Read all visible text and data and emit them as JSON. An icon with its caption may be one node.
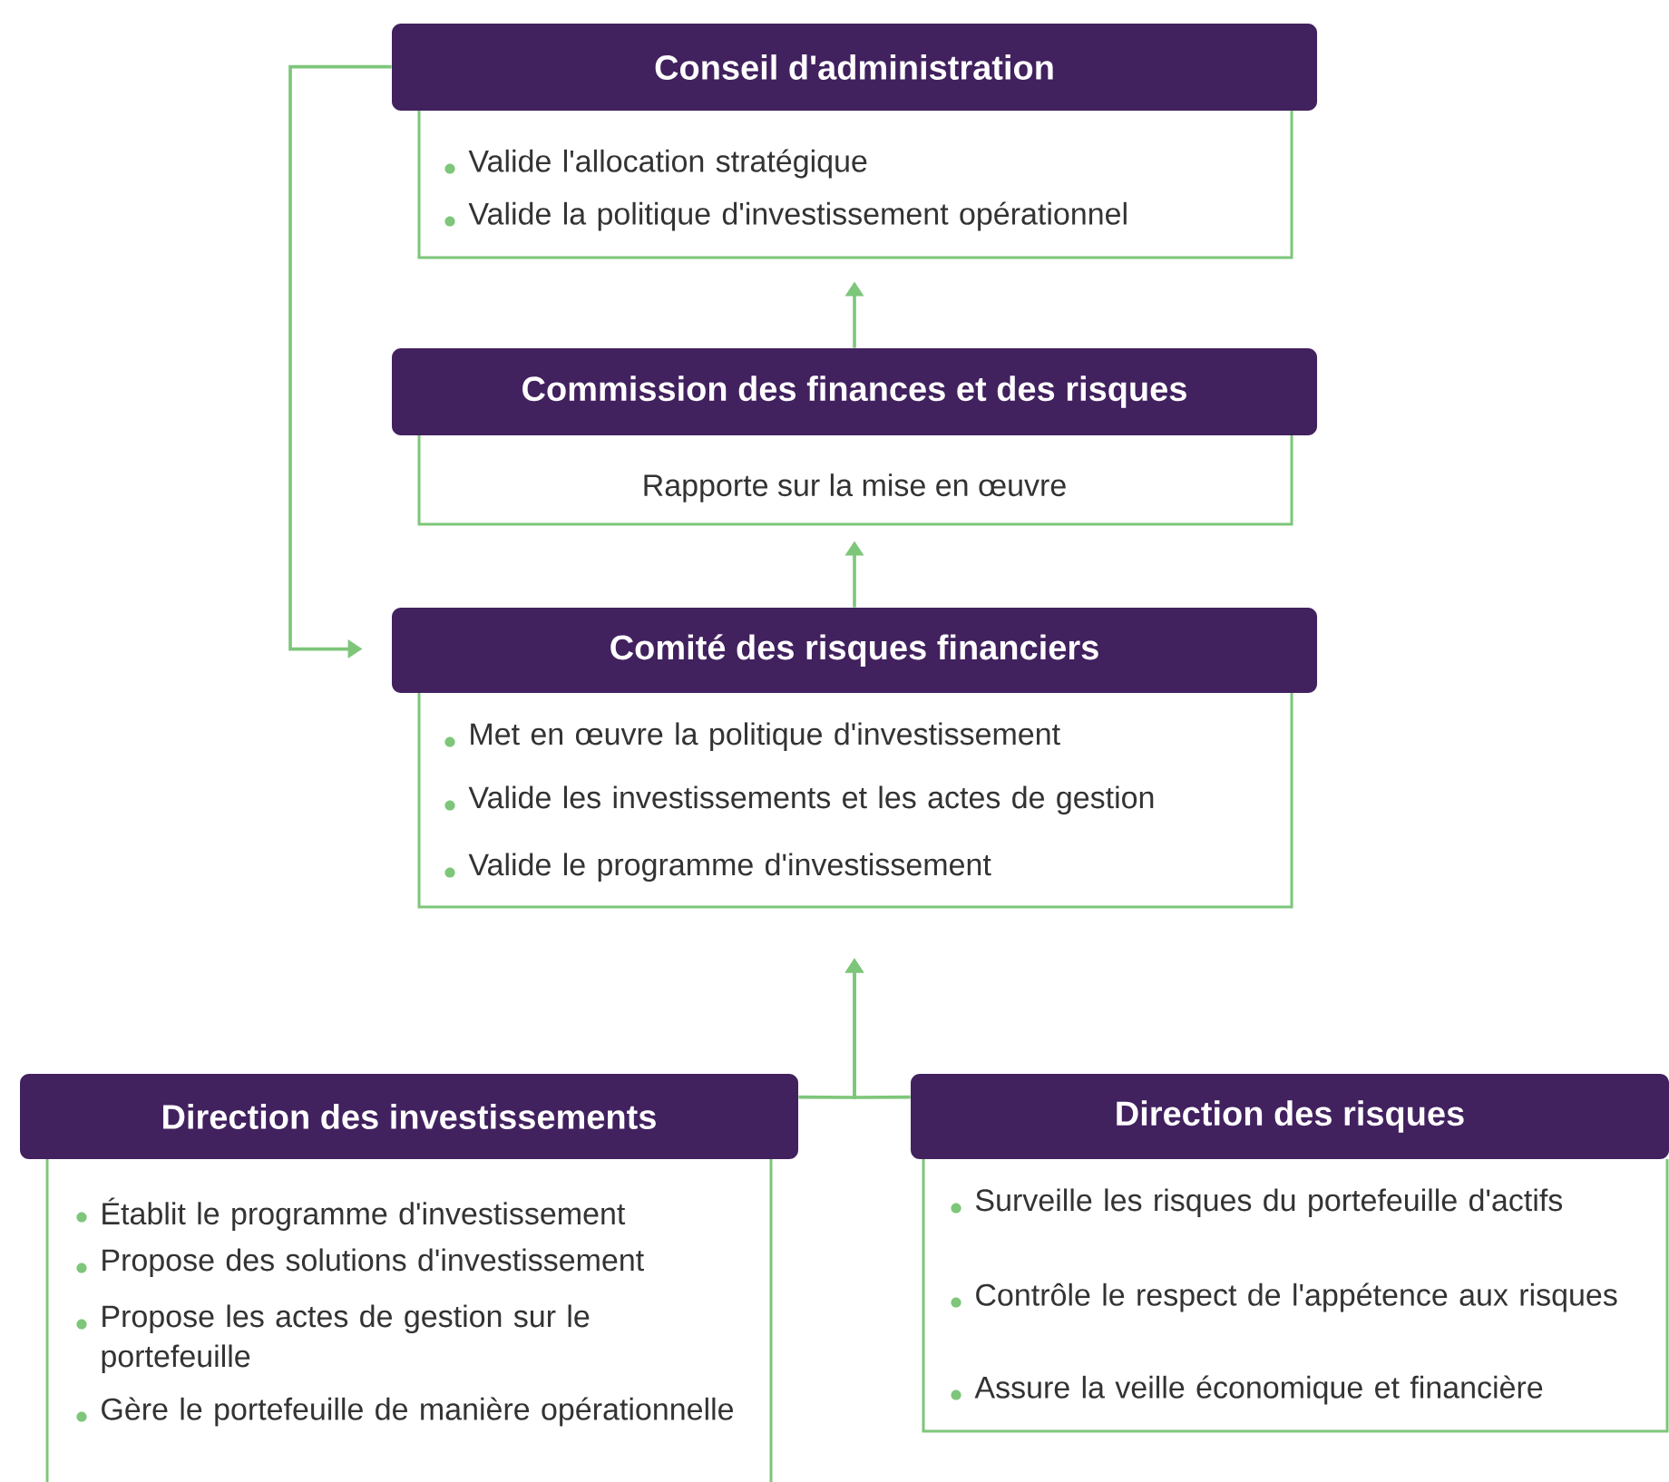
{
  "diagram": {
    "nodes": [
      {
        "text": [
          "Conseil d'administration",
          "Valide l'allocation stratégique",
          "Valide la politique d'investissement opérationnel"
        ]
      },
      {
        "text": [
          "Commission des finances et des risques",
          "Rapporte sur la mise en œuvre"
        ]
      },
      {
        "text": [
          "Comité des risques financiers",
          "Met en œuvre la politique d'investissement",
          "Valide les investissements et les actes de gestion",
          "Valide le programme d'investissement"
        ]
      },
      {
        "text": [
          "Direction des investissements",
          "Établit le programme d'investissement",
          "Propose des solutions d'investissement",
          "Propose les actes de gestion sur le portefeuille",
          "Gère le portefeuille de manière opérationnelle"
        ]
      },
      {
        "text": [
          "Direction des risques",
          "Surveille les risques du portefeuille d'actifs",
          "Contrôle le respect de l'appétence aux risques",
          "Assure la veille économique et financière"
        ]
      }
    ],
    "edges": [
      {
        "from": 1,
        "to": 0,
        "arrow": "to"
      },
      {
        "from": 2,
        "to": 1,
        "arrow": "to"
      },
      {
        "from": 0,
        "to": 2,
        "arrow": "to"
      },
      {
        "from": 3,
        "to": 2,
        "arrow": "to"
      },
      {
        "from": 4,
        "to": 2,
        "arrow": "to"
      }
    ]
  }
}
